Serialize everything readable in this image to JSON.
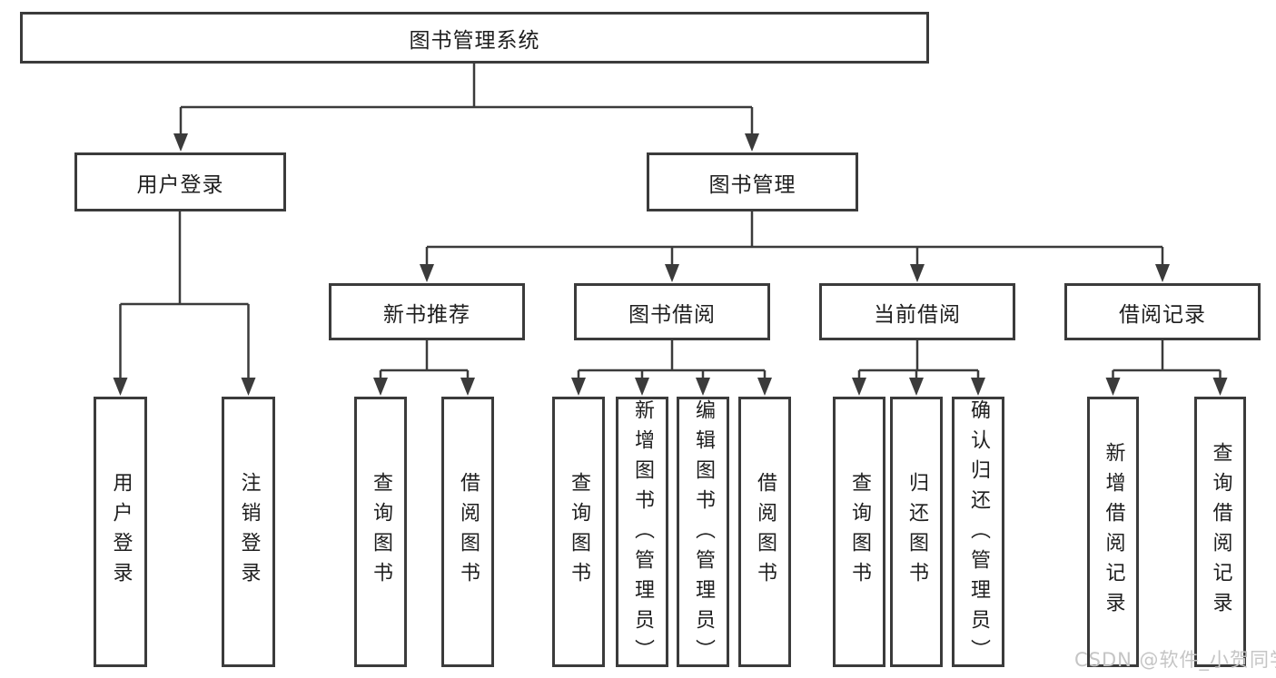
{
  "diagram": {
    "type": "hierarchy-tree",
    "root": {
      "label": "图书管理系统"
    },
    "level2_nodes": [
      {
        "label": "用户登录",
        "parent": "图书管理系统"
      },
      {
        "label": "图书管理",
        "parent": "图书管理系统"
      }
    ],
    "level3_nodes": [
      {
        "label": "新书推荐",
        "parent": "图书管理"
      },
      {
        "label": "图书借阅",
        "parent": "图书管理"
      },
      {
        "label": "当前借阅",
        "parent": "图书管理"
      },
      {
        "label": "借阅记录",
        "parent": "图书管理"
      }
    ],
    "leaf_nodes": [
      {
        "label": "用户登录",
        "parent": "用户登录"
      },
      {
        "label": "注销登录",
        "parent": "用户登录"
      },
      {
        "label": "查询图书",
        "parent": "新书推荐"
      },
      {
        "label": "借阅图书",
        "parent": "新书推荐"
      },
      {
        "label": "查询图书",
        "parent": "图书借阅"
      },
      {
        "label": "新增图书（管理员）",
        "parent": "图书借阅"
      },
      {
        "label": "编辑图书（管理员）",
        "parent": "图书借阅"
      },
      {
        "label": "借阅图书",
        "parent": "图书借阅"
      },
      {
        "label": "查询图书",
        "parent": "当前借阅"
      },
      {
        "label": "归还图书",
        "parent": "当前借阅"
      },
      {
        "label": "确认归还（管理员）",
        "parent": "当前借阅"
      },
      {
        "label": "新增借阅记录",
        "parent": "借阅记录"
      },
      {
        "label": "查询借阅记录",
        "parent": "借阅记录"
      }
    ],
    "watermark": "CSDN @软件_小贺同学",
    "colors": {
      "line": "#3b3b3b",
      "box_border": "#3b3b3b",
      "text": "#1e1e1e",
      "background": "#ffffff",
      "watermark_text": "#c5c5c5"
    }
  }
}
